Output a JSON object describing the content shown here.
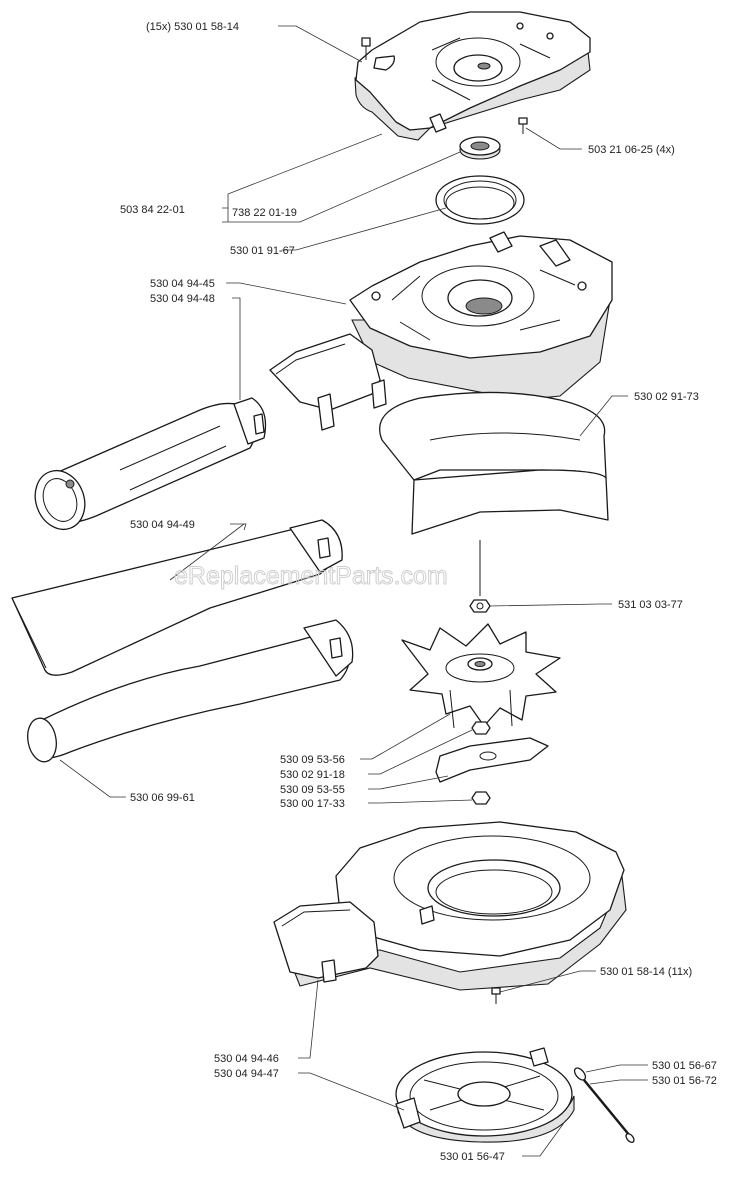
{
  "watermark": "eReplacementParts.com",
  "labels": {
    "l1": "(15x) 530 01 58-14",
    "l2": "503 21 06-25 (4x)",
    "l3": "503 84 22-01",
    "l4": "738 22 01-19",
    "l5": "530 01 91-67",
    "l6": "530 04 94-45",
    "l7": "530 04 94-48",
    "l8": "530 02 91-73",
    "l9": "530 04 94-49",
    "l10": "531 03 03-77",
    "l11": "530 06 99-61",
    "l12": "530 09 53-56",
    "l13": "530 02 91-18",
    "l14": "530 09 53-55",
    "l15": "530 00 17-33",
    "l16": "530 01 58-14 (11x)",
    "l17": "530 04 94-46",
    "l18": "530 04 94-47",
    "l19": "530 01 56-67",
    "l20": "530 01 56-72",
    "l21": "530 01 56-47"
  }
}
